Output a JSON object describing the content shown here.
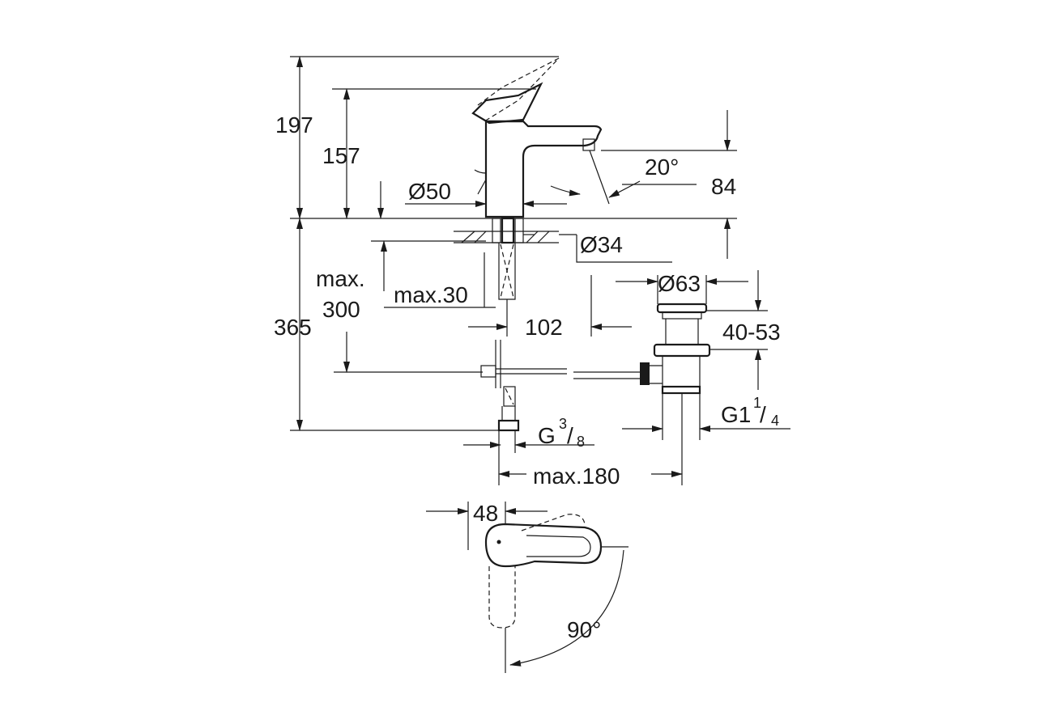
{
  "dimensions": {
    "h197": "197",
    "h157": "157",
    "d50": "Ø50",
    "angle20": "20°",
    "h84": "84",
    "d34": "Ø34",
    "max_label": "max.",
    "max300": "300",
    "max30": "max.30",
    "h365": "365",
    "w102": "102",
    "d63": "Ø63",
    "r40_53": "40-53",
    "g38_main": "G",
    "g38_num": "3",
    "g38_den": "8",
    "g114_main": "G1",
    "g114_num": "1",
    "g114_den": "4",
    "max180": "max.180",
    "w48": "48",
    "angle90": "90°"
  }
}
